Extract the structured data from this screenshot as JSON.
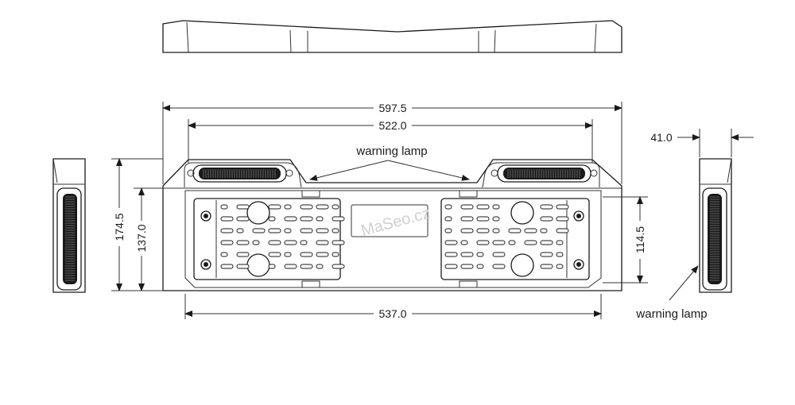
{
  "dimensions": {
    "overall_width": "597.5",
    "lamp_span": "522.0",
    "base_width": "537.0",
    "overall_height": "174.5",
    "body_height": "137.0",
    "plate_height": "114.5",
    "side_depth": "41.0"
  },
  "labels": {
    "warning_lamp_top": "warning lamp",
    "warning_lamp_side": "warning lamp"
  },
  "watermark": "MaSeo.cz"
}
